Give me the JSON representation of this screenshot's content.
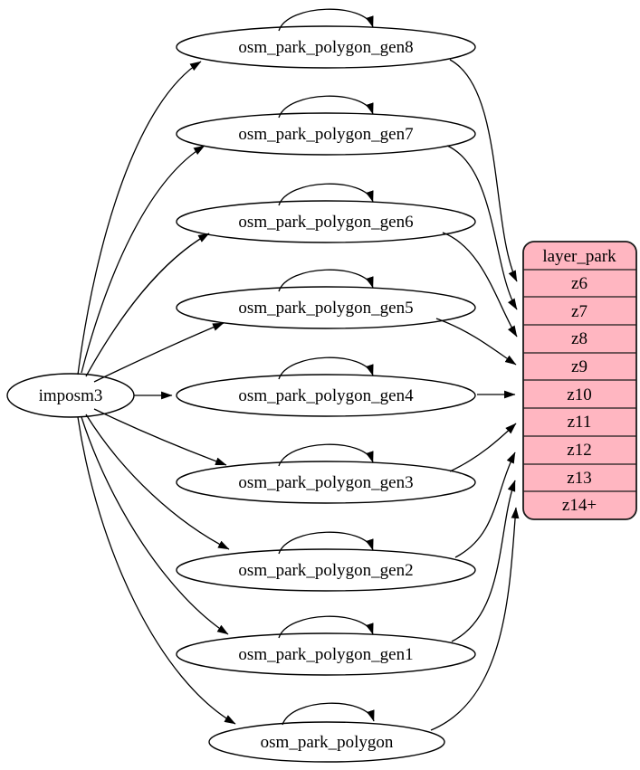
{
  "diagram": {
    "type": "graphviz-dependency-graph",
    "colors": {
      "background": "#ffffff",
      "node_fill": "#ffffff",
      "layer_fill": "#ffb6c1",
      "stroke": "#000000"
    },
    "nodes": {
      "source": {
        "label": "imposm3"
      },
      "generalized": [
        {
          "label": "osm_park_polygon_gen8",
          "feeds": "z6"
        },
        {
          "label": "osm_park_polygon_gen7",
          "feeds": "z7"
        },
        {
          "label": "osm_park_polygon_gen6",
          "feeds": "z8"
        },
        {
          "label": "osm_park_polygon_gen5",
          "feeds": "z9"
        },
        {
          "label": "osm_park_polygon_gen4",
          "feeds": "z10"
        },
        {
          "label": "osm_park_polygon_gen3",
          "feeds": "z11"
        },
        {
          "label": "osm_park_polygon_gen2",
          "feeds": "z12"
        },
        {
          "label": "osm_park_polygon_gen1",
          "feeds": "z13"
        },
        {
          "label": "osm_park_polygon",
          "feeds": "z14+"
        }
      ]
    },
    "layer_table": {
      "title": "layer_park",
      "rows": [
        "z6",
        "z7",
        "z8",
        "z9",
        "z10",
        "z11",
        "z12",
        "z13",
        "z14+"
      ]
    }
  }
}
